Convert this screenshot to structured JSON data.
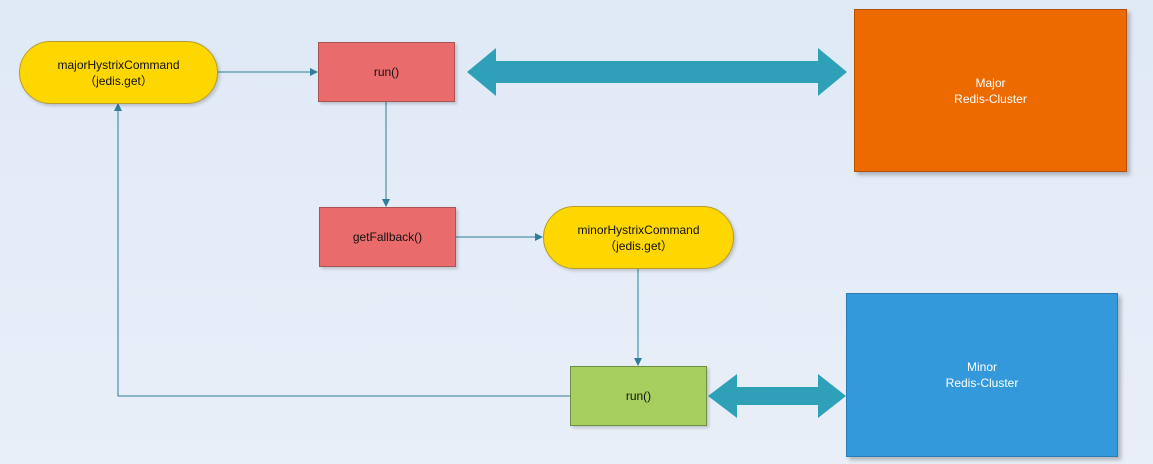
{
  "diagram": {
    "nodes": {
      "major_command": {
        "name": "majorHystrixCommand",
        "sub": "（jedis.get）"
      },
      "run_major": {
        "label": "run()"
      },
      "get_fallback": {
        "label": "getFallback()"
      },
      "minor_command": {
        "name": "minorHystrixCommand",
        "sub": "（jedis.get）"
      },
      "run_minor": {
        "label": "run()"
      },
      "major_cluster": {
        "line1": "Major",
        "line2": "Redis-Cluster"
      },
      "minor_cluster": {
        "line1": "Minor",
        "line2": "Redis-Cluster"
      }
    },
    "colors": {
      "command_fill": "#ffd700",
      "run_major_fill": "#ea6b6b",
      "fallback_fill": "#ea6b6b",
      "run_minor_fill": "#a6cf60",
      "major_cluster_fill": "#ec6a00",
      "minor_cluster_fill": "#3399da",
      "connector": "#2e7d9a",
      "double_arrow": "#2ea1b9"
    }
  }
}
